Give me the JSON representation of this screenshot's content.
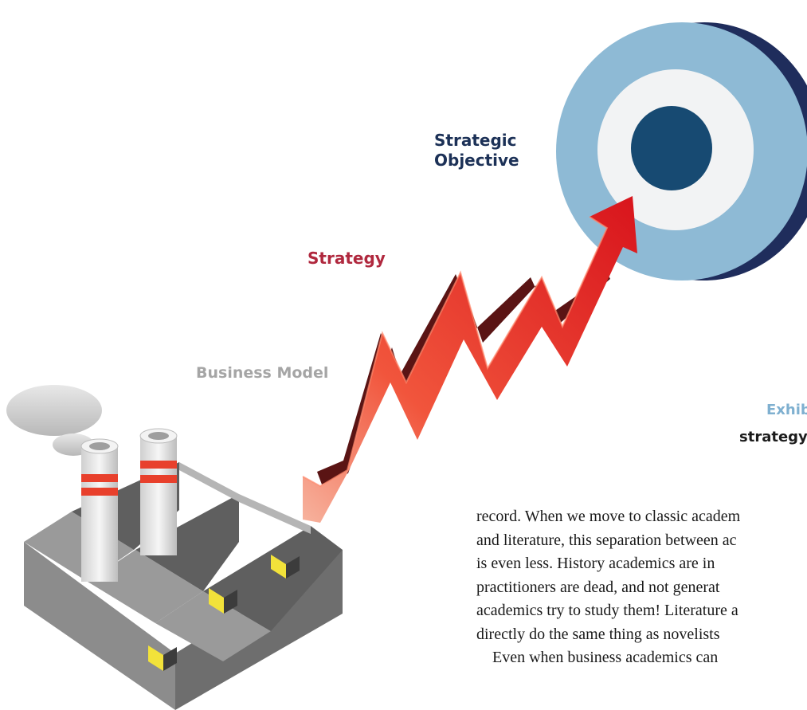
{
  "figure": {
    "objective_line1": "Strategic",
    "objective_line2": "Objective",
    "strategy_label": "Strategy",
    "business_model_label": "Business Model",
    "exhibit_caption_start": "Exhibi",
    "exhibit_caption_line2": "strategy"
  },
  "text": {
    "lines": [
      "record. When we move to classic academ",
      "and literature, this separation between ac",
      "is even less. History academics are in",
      "practitioners are dead, and not generat",
      "academics try to study them! Literature a",
      "directly do the same thing as novelists",
      "Even when business academics can"
    ]
  },
  "colors": {
    "target_outer": "#8ebad5",
    "target_shadow": "#1f2d5c",
    "target_inner_ring": "#f2f3f4",
    "target_center": "#174a72",
    "arrow_red": "#e52a2a",
    "factory_gray": "#8e8e8e"
  },
  "icons": [
    "target-icon",
    "zigzag-arrow-icon",
    "factory-icon",
    "smoke-cloud-icon"
  ]
}
